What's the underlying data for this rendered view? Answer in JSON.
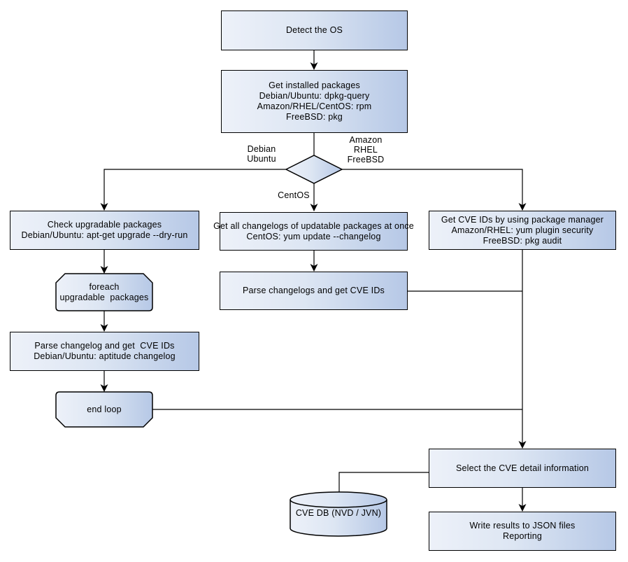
{
  "palette": {
    "node_fill_light": "#edf1f9",
    "node_fill_dark": "#b6c8e6",
    "node_border": "#000000",
    "connector": "#000000",
    "text": "#000000",
    "background": "#ffffff"
  },
  "nodes": {
    "detect_os": {
      "lines": [
        "Detect the OS"
      ]
    },
    "get_installed": {
      "lines": [
        "Get installed packages",
        "Debian/Ubuntu: dpkg-query",
        "Amazon/RHEL/CentOS: rpm",
        "FreeBSD: pkg"
      ]
    },
    "check_upgradable": {
      "lines": [
        "Check upgradable packages",
        "Debian/Ubuntu: apt-get upgrade --dry-run"
      ]
    },
    "foreach_loop": {
      "lines": [
        "foreach",
        "upgradable  packages"
      ]
    },
    "parse_changelog": {
      "lines": [
        "Parse changelog and get  CVE IDs",
        "Debian/Ubuntu: aptitude changelog"
      ]
    },
    "end_loop": {
      "lines": [
        "end loop"
      ]
    },
    "get_changelogs": {
      "lines": [
        "Get all changelogs of updatable packages at once",
        "CentOS: yum update --changelog"
      ]
    },
    "parse_changelogs": {
      "lines": [
        "Parse changelogs and get CVE IDs"
      ]
    },
    "get_cve_pkg": {
      "lines": [
        "Get CVE IDs by using package manager",
        "Amazon/RHEL: yum plugin security",
        "FreeBSD: pkg audit"
      ]
    },
    "select_cve": {
      "lines": [
        "Select the CVE detail information"
      ]
    },
    "cve_db": {
      "lines": [
        "CVE DB (NVD / JVN)"
      ]
    },
    "write_results": {
      "lines": [
        "Write results to JSON files",
        "Reporting"
      ]
    }
  },
  "edge_labels": {
    "debian": {
      "lines": [
        "Debian",
        "Ubuntu"
      ]
    },
    "amazon": {
      "lines": [
        "Amazon",
        "RHEL",
        "FreeBSD"
      ]
    },
    "centos": {
      "lines": [
        "CentOS"
      ]
    }
  }
}
